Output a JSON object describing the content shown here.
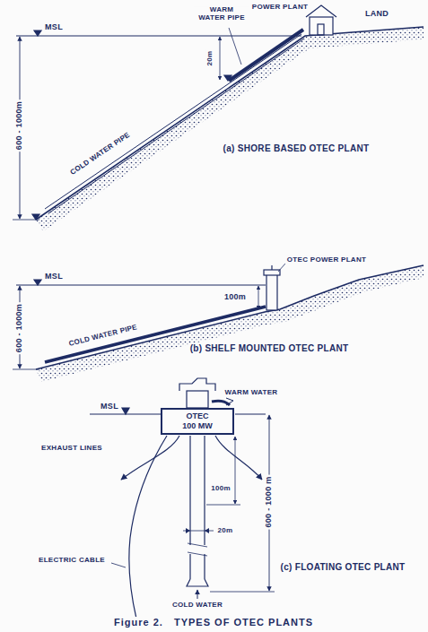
{
  "diagram": {
    "caption": "Figure 2.   TYPES OF OTEC PLANTS",
    "nodes": [
      {
        "text": [
          "OTEC",
          "100 MW"
        ]
      }
    ],
    "labels": [
      "MSL",
      "WARM WATER PIPE",
      "POWER PLANT",
      "LAND",
      "20m",
      "600 - 1000m",
      "COLD WATER PIPE",
      "(a) SHORE BASED OTEC PLANT",
      "MSL",
      "OTEC POWER PLANT",
      "100m",
      "600 - 1000m",
      "COLD WATER PIPE",
      "(b) SHELF MOUNTED OTEC PLANT",
      "MSL",
      "WARM WATER",
      "EXHAUST LINES",
      "100m",
      "20m",
      "ELECTRIC CABLE",
      "600 - 1000 m",
      "COLD WATER",
      "(c) FLOATING OTEC PLANT"
    ]
  }
}
